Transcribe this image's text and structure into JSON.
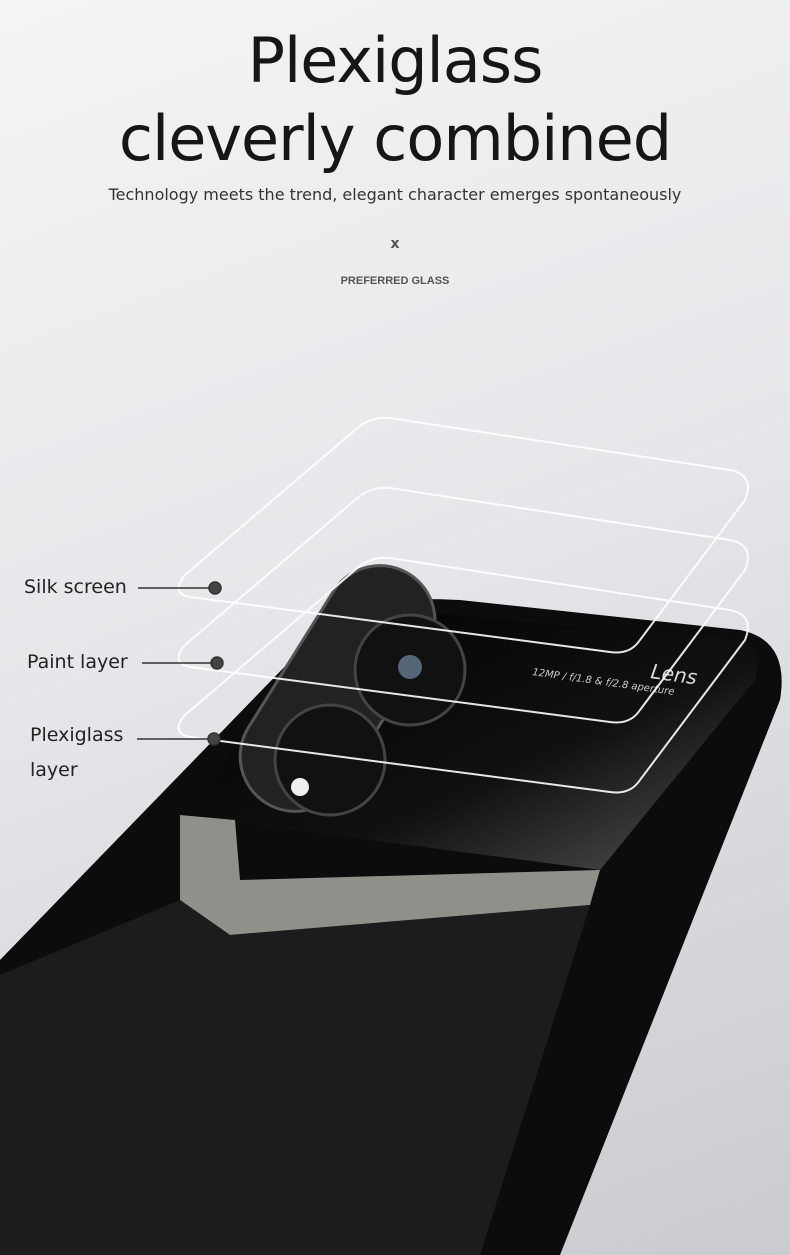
{
  "title_line1": "Plexiglass",
  "title_line2": "cleverly combined",
  "subtitle": "Technology meets the trend, elegant character emerges spontaneously",
  "separator": "x",
  "tagline": "PREFERRED GLASS",
  "lens": {
    "title": "Lens",
    "spec": "12MP / f/1.8 & f/2.8 aperture"
  },
  "layers": [
    {
      "label": "Silk screen"
    },
    {
      "label": "Paint layer"
    },
    {
      "label": "Plexiglass layer",
      "line1": "Plexiglass",
      "line2": "layer"
    }
  ],
  "colors": {
    "case": "#0c0c0c",
    "leather": "#1a1a1a",
    "stripe": "#8e908a",
    "dot": "#444444"
  }
}
